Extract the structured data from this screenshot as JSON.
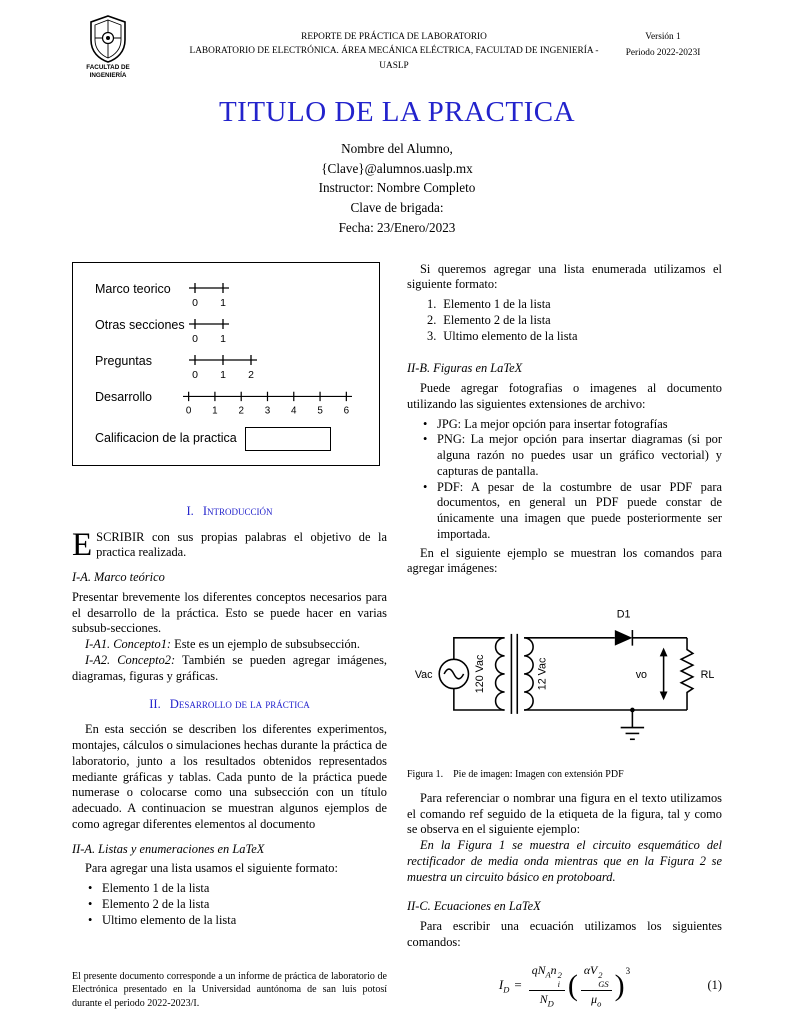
{
  "colors": {
    "accent_blue": "#2323cc"
  },
  "header": {
    "logo_line1": "FACULTAD DE",
    "logo_line2": "INGENIERÍA",
    "center_line1": "REPORTE DE PRÁCTICA DE LABORATORIO",
    "center_line2": "LABORATORIO DE ELECTRÓNICA. ÁREA MECÁNICA ELÉCTRICA, FACULTAD DE INGENIERÍA - UASLP",
    "version": "Versión 1",
    "period": "Periodo 2022-2023I"
  },
  "title": "TITULO DE LA PRACTICA",
  "authors": [
    "Nombre del Alumno,",
    "{Clave}@alumnos.uaslp.mx",
    "Instructor: Nombre Completo",
    "Clave de brigada:",
    "Fecha: 23/Enero/2023"
  ],
  "rubric": {
    "rows": [
      {
        "label": "Marco teorico",
        "ticks": [
          "0",
          "1"
        ]
      },
      {
        "label": "Otras secciones",
        "ticks": [
          "0",
          "1"
        ]
      },
      {
        "label": "Preguntas",
        "ticks": [
          "0",
          "1",
          "2"
        ]
      },
      {
        "label": "Desarrollo",
        "ticks": [
          "0",
          "1",
          "2",
          "3",
          "4",
          "5",
          "6"
        ]
      }
    ],
    "grade_label": "Calificacion de la practica"
  },
  "section1": {
    "heading_num": "I.",
    "heading": "Introducción",
    "dropcap": "E",
    "intro_rest": "SCRIBIR con sus propias palabras el objetivo de la practica realizada.",
    "subA_heading": "I-A. Marco teórico",
    "subA_body": "Presentar brevemente los diferentes conceptos necesarios para el desarrollo de la práctica. Esto se puede hacer en varias subsub-secciones.",
    "sub1_label": "I-A1. Concepto1:",
    "sub1_text": "Este es un ejemplo de subsubsección.",
    "sub2_label": "I-A2. Concepto2:",
    "sub2_text": "También se pueden agregar imágenes, diagramas, figuras y gráficas."
  },
  "section2": {
    "heading_num": "II.",
    "heading": "Desarrollo de la práctica",
    "body": "En esta sección se describen los diferentes experimentos, montajes, cálculos o simulaciones hechas durante la práctica de laboratorio, junto a los resultados obtenidos representados mediante gráficas y tablas. Cada punto de la práctica puede numerase o colocarse como una subsección con un título adecuado. A continuacion se muestran algunos ejemplos de como agregar diferentes elementos al documento",
    "subA_heading": "II-A. Listas y enumeraciones en LaTeX",
    "list_intro": "Para agregar una lista usamos el siguiente formato:",
    "bullet_list": [
      "Elemento 1 de la lista",
      "Elemento 2 de la lista",
      "Ultimo elemento de la lista"
    ],
    "enum_intro": "Si queremos agregar una lista enumerada utilizamos el siguiente formato:",
    "enum_numbers": [
      "1.",
      "2.",
      "3."
    ],
    "enum_list": [
      "Elemento 1 de la lista",
      "Elemento 2 de la lista",
      "Ultimo elemento de la lista"
    ],
    "subB_heading": "II-B. Figuras en LaTeX",
    "figures_intro": "Puede agregar fotografias o imagenes al documento utilizando las siguientes extensiones de archivo:",
    "file_types": [
      "JPG: La mejor opción para insertar fotografías",
      "PNG: La mejor opción para insertar diagramas (si por alguna razón no puedes usar un gráfico vectorial) y capturas de pantalla.",
      "PDF: A pesar de la costumbre de usar PDF para documentos, en general un PDF puede constar de únicamente una imagen que puede posteriormente ser importada."
    ],
    "example_intro": "En el siguiente ejemplo se muestran los comandos para agregar imágenes:",
    "figure_caption_label": "Figura 1.",
    "figure_caption_text": "Pie de imagen: Imagen con extensión PDF",
    "ref_text": "Para referenciar o nombrar una figura en el texto utilizamos el comando ref seguido de la etiqueta de la figura, tal y como se observa en el siguiente ejemplo:",
    "ref_example": "En la Figura 1 se muestra el circuito esquemático del rectificador de media onda mientras que en la Figura 2 se muestra un circuito básico en protoboard.",
    "subC_heading": "II-C. Ecuaciones en LaTeX",
    "equation_intro": "Para escribir una ecuación utilizamos los siguientes comandos:"
  },
  "circuit": {
    "source_label": "Vac",
    "primary_label": "120 Vac",
    "secondary_label": "12 Vac",
    "diode_label": "D1",
    "output_label": "vo",
    "load_label": "RL"
  },
  "equation": {
    "lhs": "I",
    "lhs_sub": "D",
    "eq": "=",
    "n1a": "qN",
    "n1a_sub": "A",
    "n1b": "n",
    "n1b_sub": "i",
    "n1b_sup": "2",
    "d1": "N",
    "d1_sub": "D",
    "lparen": "(",
    "n2a": "αV",
    "n2a_sub": "GS",
    "n2a_sup": "2",
    "d2": "μ",
    "d2_sub": "o",
    "rparen": ")",
    "outer_exp": "3",
    "number": "(1)"
  },
  "footnote": "El presente documento corresponde a un informe de práctica de laboratorio de Electrónica presentado en la Universidad auntónoma de san luis potosí durante el periodo 2022-2023/I."
}
